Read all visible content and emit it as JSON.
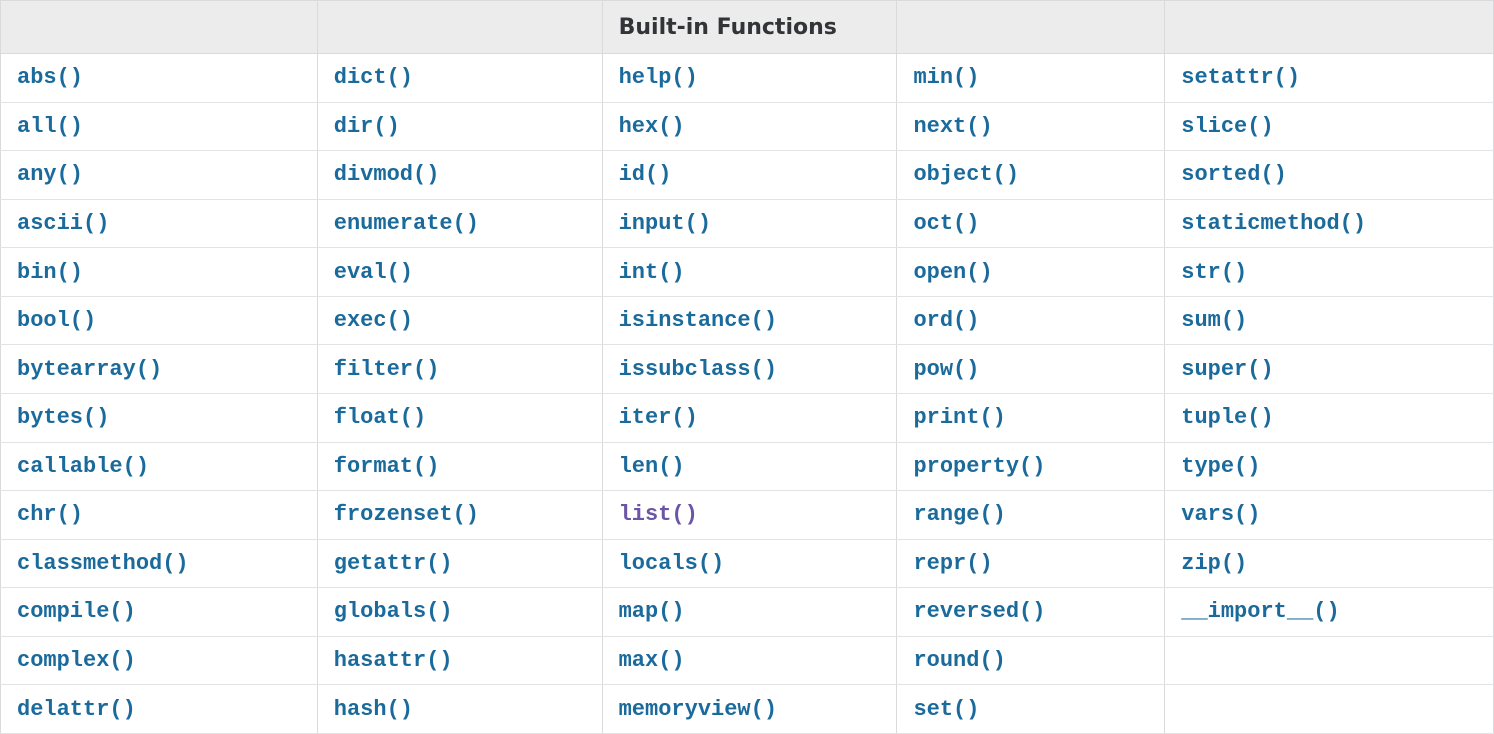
{
  "colors": {
    "link_color": "#1b6a9c",
    "visited_color": "#6a55a6",
    "header_bg": "#ececed",
    "header_text": "#333438",
    "border_color": "#d9dadb",
    "row_border_color": "#e2e3e4",
    "cell_bg": "#ffffff",
    "page_bg": "#ffffff"
  },
  "table": {
    "title": "Built-in Functions",
    "title_column_index": 2,
    "column_count": 5,
    "visited_functions": [
      "list()"
    ],
    "rows": [
      [
        "abs()",
        "dict()",
        "help()",
        "min()",
        "setattr()"
      ],
      [
        "all()",
        "dir()",
        "hex()",
        "next()",
        "slice()"
      ],
      [
        "any()",
        "divmod()",
        "id()",
        "object()",
        "sorted()"
      ],
      [
        "ascii()",
        "enumerate()",
        "input()",
        "oct()",
        "staticmethod()"
      ],
      [
        "bin()",
        "eval()",
        "int()",
        "open()",
        "str()"
      ],
      [
        "bool()",
        "exec()",
        "isinstance()",
        "ord()",
        "sum()"
      ],
      [
        "bytearray()",
        "filter()",
        "issubclass()",
        "pow()",
        "super()"
      ],
      [
        "bytes()",
        "float()",
        "iter()",
        "print()",
        "tuple()"
      ],
      [
        "callable()",
        "format()",
        "len()",
        "property()",
        "type()"
      ],
      [
        "chr()",
        "frozenset()",
        "list()",
        "range()",
        "vars()"
      ],
      [
        "classmethod()",
        "getattr()",
        "locals()",
        "repr()",
        "zip()"
      ],
      [
        "compile()",
        "globals()",
        "map()",
        "reversed()",
        "__import__()"
      ],
      [
        "complex()",
        "hasattr()",
        "max()",
        "round()",
        ""
      ],
      [
        "delattr()",
        "hash()",
        "memoryview()",
        "set()",
        ""
      ]
    ]
  }
}
